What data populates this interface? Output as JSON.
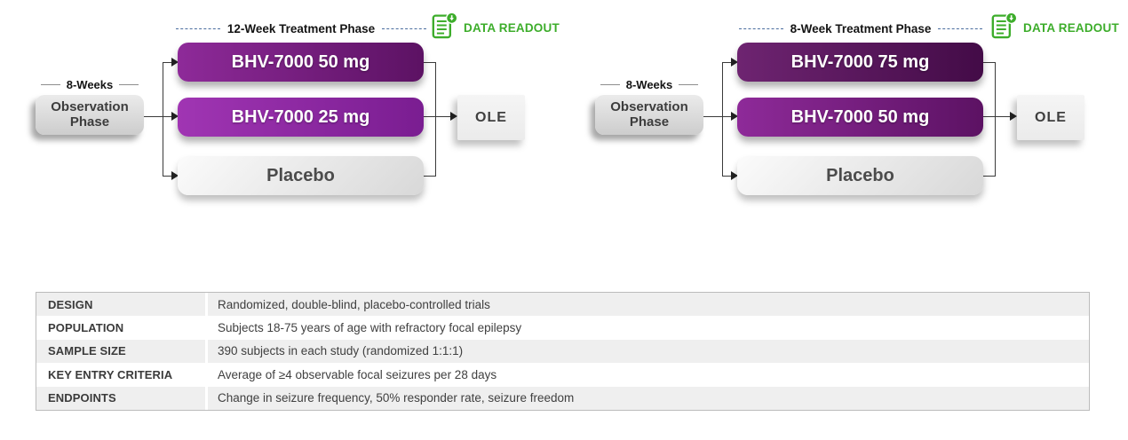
{
  "brand_colors": {
    "purple_dark": "#430b47",
    "purple_medium": "#8e2a99",
    "purple_bright": "#a035b3",
    "placebo_gray": "#d8d8d8",
    "green_accent": "#3dad2b",
    "dash_blue": "#4a6d9e"
  },
  "diagrams": [
    {
      "observation_weeks_label": "8-Weeks",
      "observation_box_label": "Observation Phase",
      "treatment_phase_label": "12-Week Treatment Phase",
      "data_readout_label": "DATA READOUT",
      "arms": [
        {
          "label": "BHV-7000 50 mg"
        },
        {
          "label": "BHV-7000 25 mg"
        },
        {
          "label": "Placebo"
        }
      ],
      "ole_label": "OLE"
    },
    {
      "observation_weeks_label": "8-Weeks",
      "observation_box_label": "Observation Phase",
      "treatment_phase_label": "8-Week Treatment Phase",
      "data_readout_label": "DATA READOUT",
      "arms": [
        {
          "label": "BHV-7000 75 mg"
        },
        {
          "label": "BHV-7000 50 mg"
        },
        {
          "label": "Placebo"
        }
      ],
      "ole_label": "OLE"
    }
  ],
  "table": {
    "rows": [
      {
        "label": "DESIGN",
        "value": "Randomized, double-blind, placebo-controlled trials"
      },
      {
        "label": "POPULATION",
        "value": "Subjects 18-75 years of age with refractory focal epilepsy"
      },
      {
        "label": "SAMPLE SIZE",
        "value": "390 subjects in each study (randomized 1:1:1)"
      },
      {
        "label": "KEY ENTRY CRITERIA",
        "value": "Average of ≥4 observable focal seizures per 28 days"
      },
      {
        "label": "ENDPOINTS",
        "value": "Change in seizure frequency, 50% responder rate, seizure freedom"
      }
    ]
  }
}
